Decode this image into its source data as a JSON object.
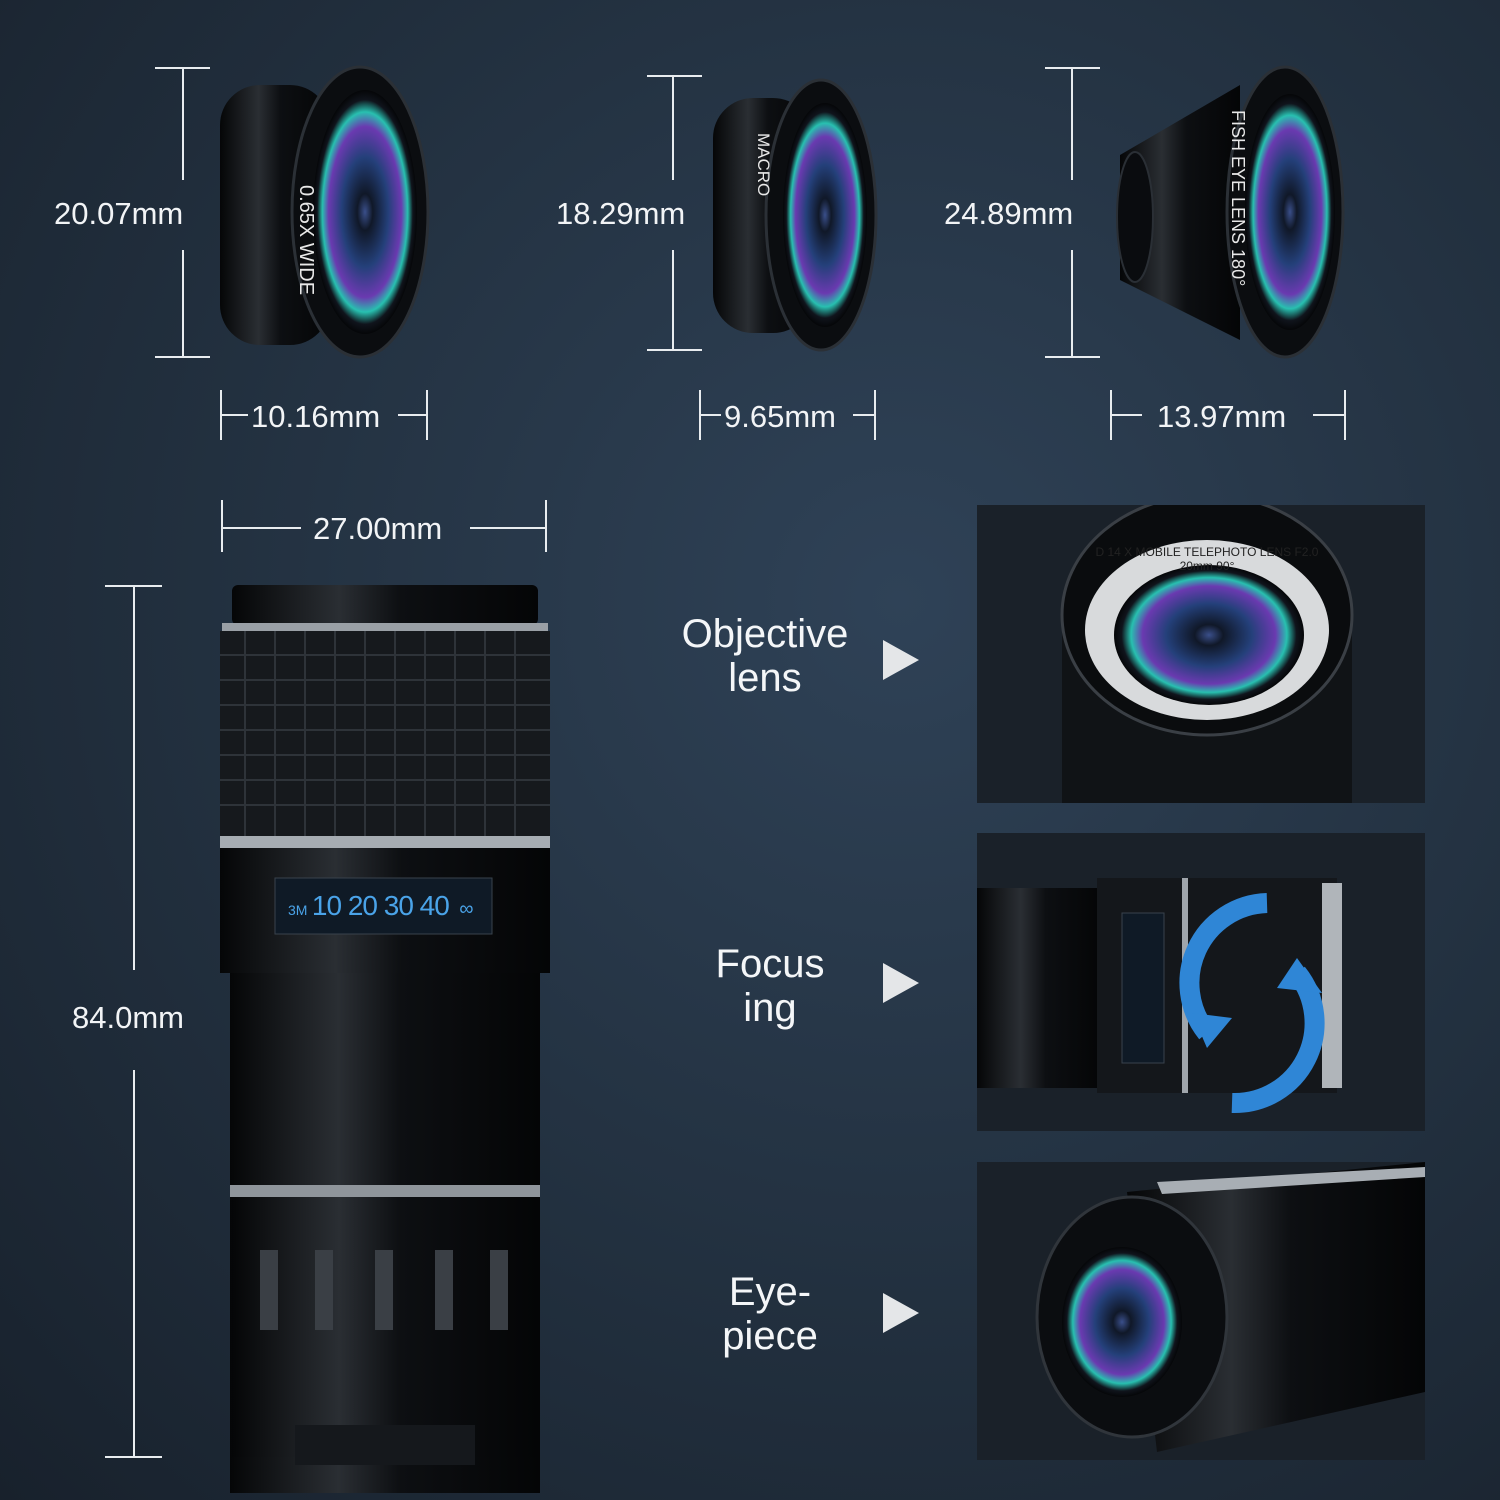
{
  "lenses": {
    "wide": {
      "height": "20.07mm",
      "width": "10.16mm",
      "marking": "0.65X WIDE"
    },
    "macro": {
      "height": "18.29mm",
      "width": "9.65mm",
      "marking": "MACRO"
    },
    "fisheye": {
      "height": "24.89mm",
      "width": "13.97mm",
      "marking": "FISH EYE LENS 180°"
    }
  },
  "telephoto": {
    "width": "27.00mm",
    "height": "84.0mm",
    "focus_scale": {
      "prefix": "3M",
      "marks": "10 20 30 40",
      "infinity": "∞"
    },
    "ring_text": "D 14 X MOBILE TELEPHOTO LENS F2.0 20mm 90°"
  },
  "features": [
    {
      "line1": "Objective",
      "line2": "lens"
    },
    {
      "line1": "Focus",
      "line2": "ing"
    },
    {
      "line1": "Eye-",
      "line2": "piece"
    }
  ],
  "colors": {
    "accent": "#4aa3e8",
    "arrow": "#2f86d6"
  }
}
